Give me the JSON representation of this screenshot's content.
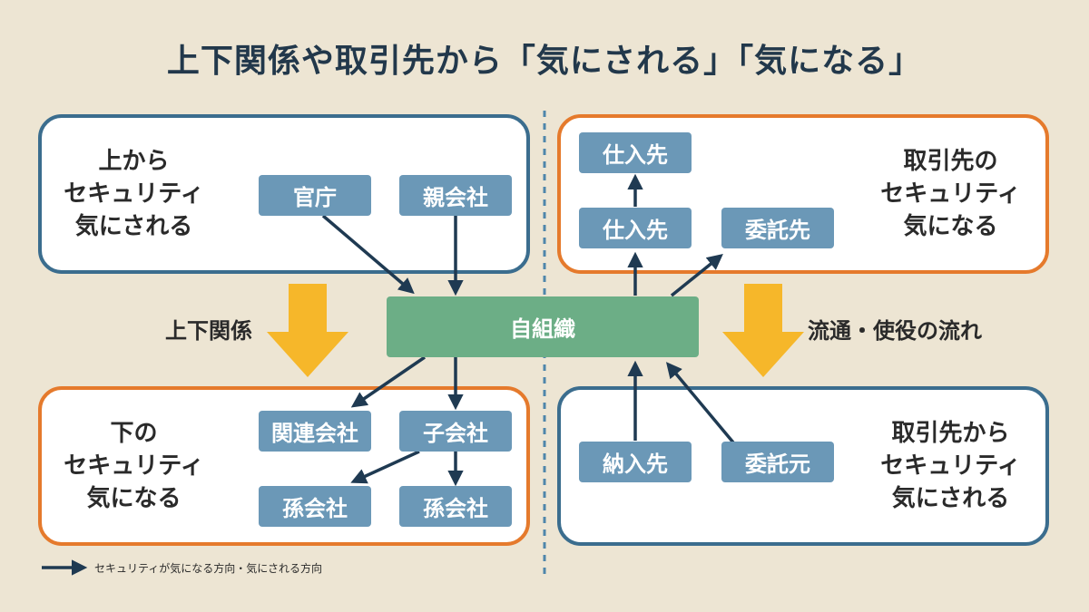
{
  "title": "上下関係や取引先から「気にされる」「気になる」",
  "panels": {
    "top_left": "上から\nセキュリティ\n気にされる",
    "bottom_left": "下の\nセキュリティ\n気になる",
    "top_right": "取引先の\nセキュリティ\n気になる",
    "bottom_right": "取引先から\nセキュリティ\n気にされる"
  },
  "nodes": {
    "government": "官庁",
    "parent_company": "親会社",
    "self": "自組織",
    "affiliate": "関連会社",
    "subsidiary": "子会社",
    "sub_subsidiary_1": "孫会社",
    "sub_subsidiary_2": "孫会社",
    "supplier_top": "仕入先",
    "supplier": "仕入先",
    "contractor": "委託先",
    "delivery_destination": "納入先",
    "outsourcer": "委託元"
  },
  "side_labels": {
    "hierarchy": "上下関係",
    "flow": "流通・使役の流れ"
  },
  "legend": "セキュリティが気になる方向・気にされる方向",
  "colors": {
    "background": "#ede5d3",
    "blue_border": "#3b6d8e",
    "orange_border": "#e57a2c",
    "node_blue": "#6b98b7",
    "node_green": "#6cae86",
    "arrow_dark": "#1f3a52",
    "arrow_yellow": "#f6b72a"
  }
}
